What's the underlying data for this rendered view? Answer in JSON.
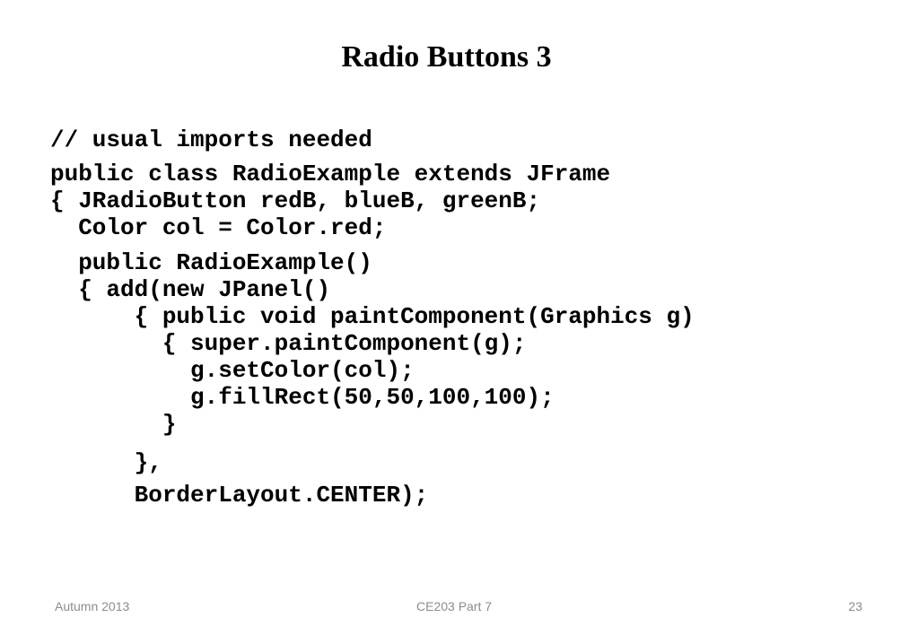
{
  "slide": {
    "title": "Radio Buttons 3",
    "code_lines": [
      "// usual imports needed",
      "public class RadioExample extends JFrame",
      "{ JRadioButton redB, blueB, greenB;",
      "  Color col = Color.red;",
      "  public RadioExample()",
      "  { add(new JPanel()",
      "      { public void paintComponent(Graphics g)",
      "        { super.paintComponent(g);",
      "          g.setColor(col);",
      "          g.fillRect(50,50,100,100);",
      "        }",
      "      },",
      "      BorderLayout.CENTER);"
    ]
  },
  "footer": {
    "left": "Autumn 2013",
    "center": "CE203 Part 7",
    "right": "23"
  }
}
